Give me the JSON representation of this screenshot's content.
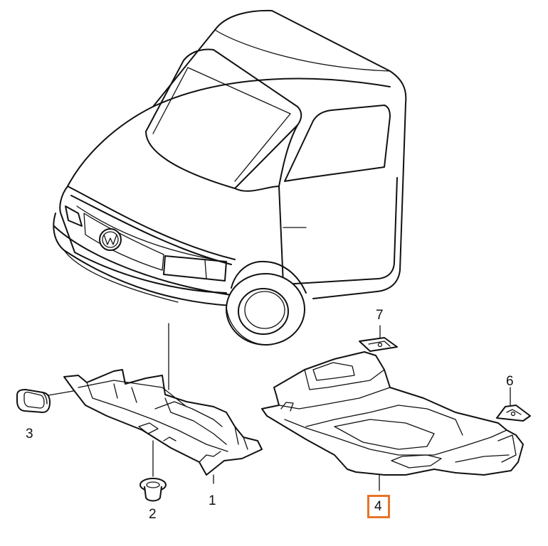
{
  "callouts": {
    "c1": "1",
    "c2": "2",
    "c3": "3",
    "c4": "4",
    "c6": "6",
    "c7": "7"
  },
  "highlight": {
    "label": "4",
    "color": "#e8742a"
  },
  "logo": "VW"
}
